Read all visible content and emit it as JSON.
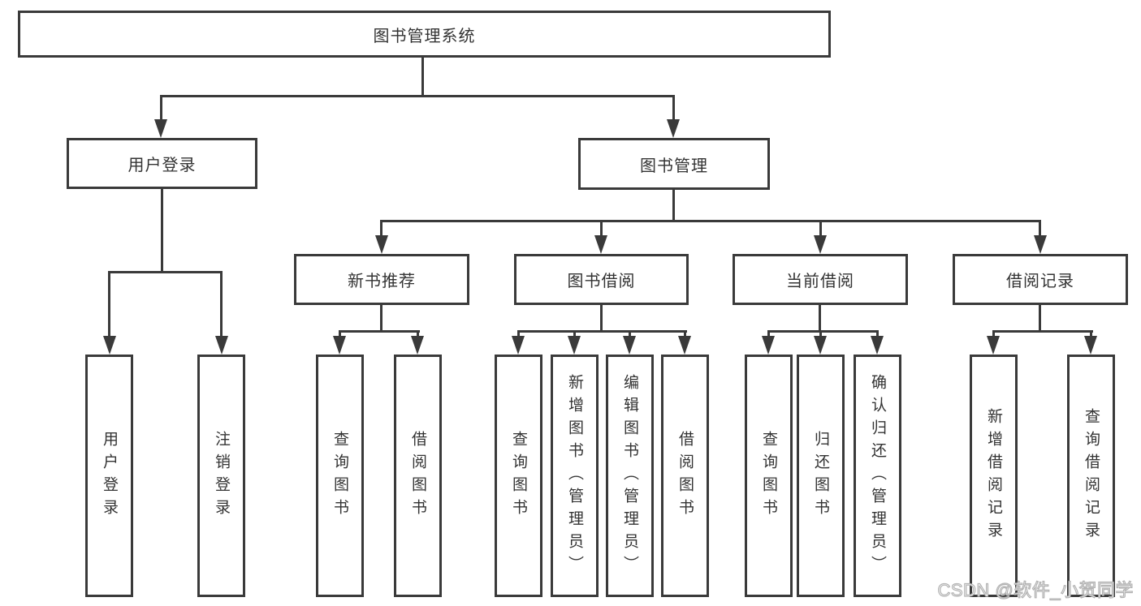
{
  "tree": {
    "label": "图书管理系统",
    "children": [
      {
        "label": "用户登录",
        "children": [
          {
            "label": "用户登录"
          },
          {
            "label": "注销登录"
          }
        ]
      },
      {
        "label": "图书管理",
        "children": [
          {
            "label": "新书推荐",
            "children": [
              {
                "label": "查询图书"
              },
              {
                "label": "借阅图书"
              }
            ]
          },
          {
            "label": "图书借阅",
            "children": [
              {
                "label": "查询图书"
              },
              {
                "label": "新增图书（管理员）"
              },
              {
                "label": "编辑图书（管理员）"
              },
              {
                "label": "借阅图书"
              }
            ]
          },
          {
            "label": "当前借阅",
            "children": [
              {
                "label": "查询图书"
              },
              {
                "label": "归还图书"
              },
              {
                "label": "确认归还（管理员）"
              }
            ]
          },
          {
            "label": "借阅记录",
            "children": [
              {
                "label": "新增借阅记录"
              },
              {
                "label": "查询借阅记录"
              }
            ]
          }
        ]
      }
    ]
  },
  "watermark": {
    "text": "CSDN @软件_小贺同学"
  },
  "colors": {
    "line": "#3a3a3a",
    "text": "#333333",
    "background": "#ffffff",
    "watermark_fill": "#ffffff",
    "watermark_outline": "#b3b3b3"
  }
}
